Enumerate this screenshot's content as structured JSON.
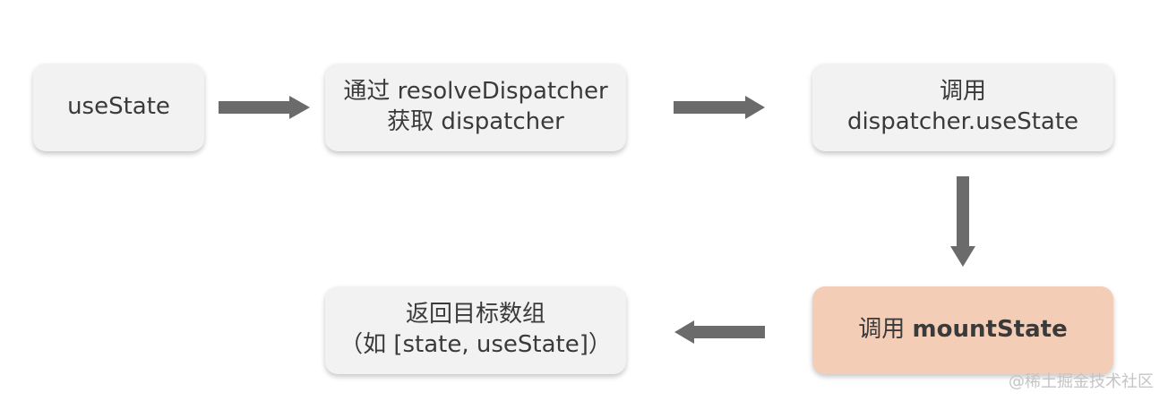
{
  "diagram": {
    "nodes": {
      "use_state": {
        "line1": "useState"
      },
      "resolve": {
        "line1": "通过 resolveDispatcher",
        "line2": "获取 dispatcher"
      },
      "call_dispatcher": {
        "line1": "调用",
        "line2": "dispatcher.useState"
      },
      "mount_state": {
        "prefix": "调用 ",
        "emphasis": "mountState"
      },
      "return_array": {
        "line1": "返回目标数组",
        "line2": "（如 [state, useState]）"
      }
    },
    "colors": {
      "node_fill": "#f2f2f2",
      "highlight_fill": "#f4cdb7",
      "arrow": "#6b6b6b",
      "text": "#3a3a3a"
    }
  },
  "watermark": "@稀土掘金技术社区"
}
